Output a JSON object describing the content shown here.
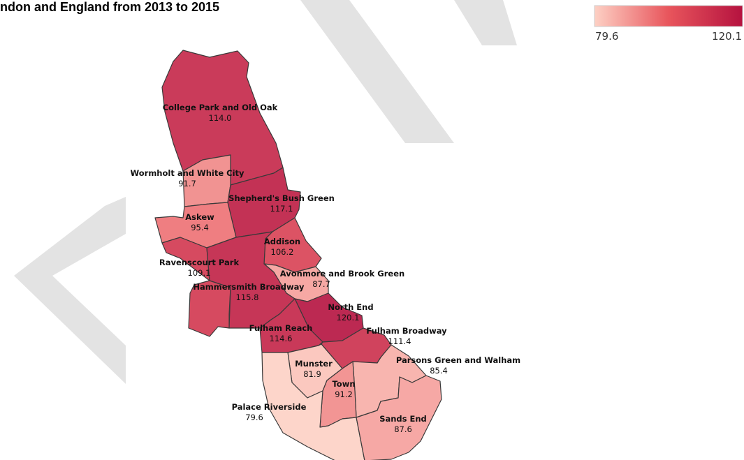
{
  "title": "ndon and England from 2013 to 2015",
  "colors": {
    "low": "#fdd0c4",
    "mid": "#e8555c",
    "high": "#b5123f",
    "border": "#3a3a3a",
    "watermark": "#dcdcdc"
  },
  "legend": {
    "min_label": "79.6",
    "max_label": "120.1",
    "min": 79.6,
    "max": 120.1
  },
  "wards": [
    {
      "id": "college-park-and-old-oak",
      "name": "College Park and Old Oak",
      "value": "114.0"
    },
    {
      "id": "wormholt-and-white-city",
      "name": "Wormholt and White City",
      "value": "91.7"
    },
    {
      "id": "shepherds-bush-green",
      "name": "Shepherd's Bush Green",
      "value": "117.1"
    },
    {
      "id": "askew",
      "name": "Askew",
      "value": "95.4"
    },
    {
      "id": "addison",
      "name": "Addison",
      "value": "106.2"
    },
    {
      "id": "ravenscourt-park",
      "name": "Ravenscourt Park",
      "value": "109.1"
    },
    {
      "id": "avonmore-and-brook-green",
      "name": "Avonmore and Brook Green",
      "value": "87.7"
    },
    {
      "id": "hammersmith-broadway",
      "name": "Hammersmith Broadway",
      "value": "115.8"
    },
    {
      "id": "north-end",
      "name": "North End",
      "value": "120.1"
    },
    {
      "id": "fulham-reach",
      "name": "Fulham Reach",
      "value": "114.6"
    },
    {
      "id": "fulham-broadway",
      "name": "Fulham Broadway",
      "value": "111.4"
    },
    {
      "id": "parsons-green-and-walham",
      "name": "Parsons Green and Walham",
      "value": "85.4"
    },
    {
      "id": "munster",
      "name": "Munster",
      "value": "81.9"
    },
    {
      "id": "town",
      "name": "Town",
      "value": "91.2"
    },
    {
      "id": "palace-riverside",
      "name": "Palace Riverside",
      "value": "79.6"
    },
    {
      "id": "sands-end",
      "name": "Sands End",
      "value": "87.6"
    }
  ]
}
